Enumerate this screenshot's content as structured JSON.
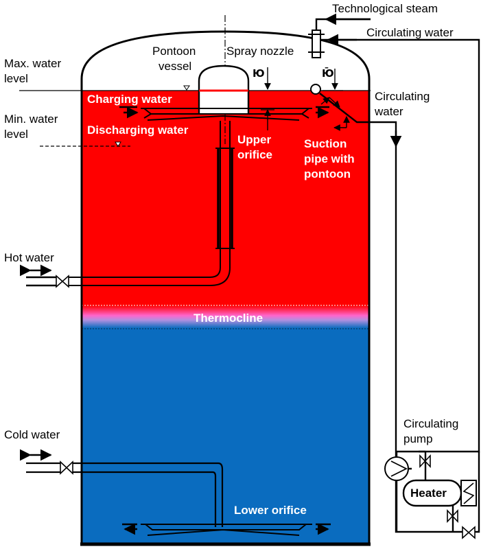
{
  "labels": {
    "technological_steam": "Technological steam",
    "circulating_water_top": "Circulating water",
    "max_level_1": "Max. water",
    "max_level_2": "level",
    "min_level_1": "Min. water",
    "min_level_2": "level",
    "pontoon_1": "Pontoon",
    "pontoon_2": "vessel",
    "spray_nozzle": "Spray nozzle",
    "circ_water_right_1": "Circulating",
    "circ_water_right_2": "water",
    "charging_water": "Charging water",
    "discharging_water": "Discharging water",
    "upper_orifice_1": "Upper",
    "upper_orifice_2": "orifice",
    "suction_1": "Suction",
    "suction_2": "pipe with",
    "suction_3": "pontoon",
    "hot_water": "Hot water",
    "thermocline": "Thermocline",
    "cold_water": "Cold water",
    "circ_pump_1": "Circulating",
    "circ_pump_2": "pump",
    "heater": "Heater",
    "lower_orifice": "Lower orifice"
  },
  "symbols": {
    "distance_a": "Ю",
    "distance_b": "Ю̄"
  },
  "colors": {
    "hot_zone": "#ff0000",
    "cold_zone": "#0a6cbf",
    "outline": "#000000"
  }
}
